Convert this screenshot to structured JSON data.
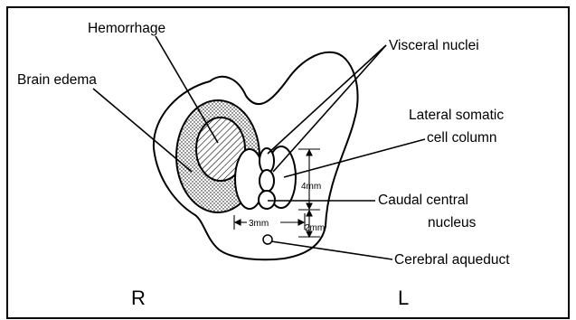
{
  "labels": {
    "hemorrhage": "Hemorrhage",
    "brain_edema": "Brain edema",
    "visceral_nuclei": "Visceral nuclei",
    "lateral_somatic_line1": "Lateral somatic",
    "lateral_somatic_line2": "cell column",
    "caudal_central_line1": "Caudal central",
    "caudal_central_line2": "nucleus",
    "cerebral_aqueduct": "Cerebral aqueduct"
  },
  "dimensions": {
    "height_4mm": "4mm",
    "width_3mm": "3mm",
    "gap_2mm": "2mm"
  },
  "sides": {
    "right": "R",
    "left": "L"
  },
  "colors": {
    "stroke": "#000000",
    "background": "#ffffff"
  }
}
